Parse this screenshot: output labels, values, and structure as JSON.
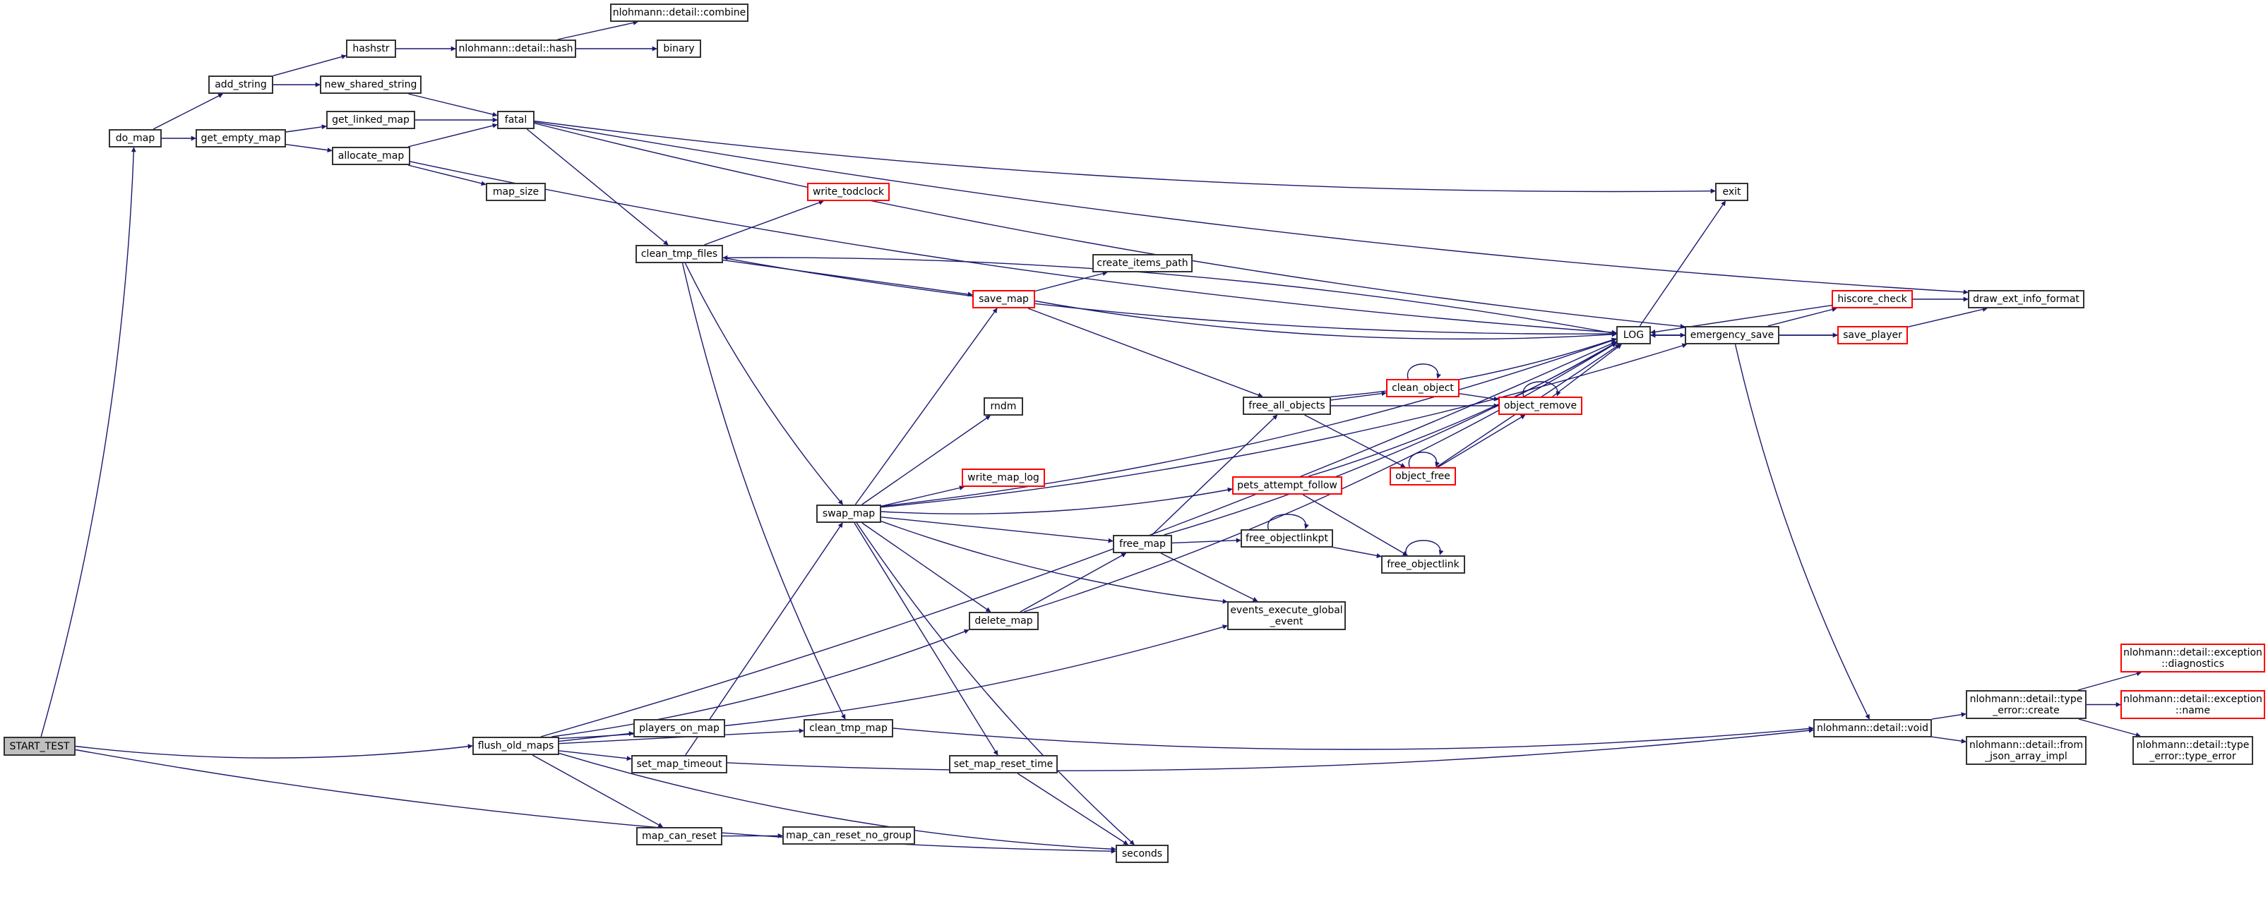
{
  "graph": {
    "type": "call-graph",
    "root": "START_TEST",
    "colors": {
      "edge": "#191970",
      "node_border": "#333333",
      "node_border_incomplete": "#ff0000",
      "root_fill": "#bfbfbf",
      "node_fill": "#ffffff"
    },
    "nodes": [
      {
        "id": "START_TEST",
        "label": "START_TEST",
        "style": "root"
      },
      {
        "id": "do_map",
        "label": "do_map",
        "style": "normal"
      },
      {
        "id": "add_string",
        "label": "add_string",
        "style": "normal"
      },
      {
        "id": "hashstr",
        "label": "hashstr",
        "style": "normal"
      },
      {
        "id": "nl_hash",
        "label": "nlohmann::detail::hash",
        "style": "normal"
      },
      {
        "id": "nl_combine",
        "label": "nlohmann::detail::combine",
        "style": "normal"
      },
      {
        "id": "binary",
        "label": "binary",
        "style": "normal"
      },
      {
        "id": "new_shared_string",
        "label": "new_shared_string",
        "style": "normal"
      },
      {
        "id": "fatal",
        "label": "fatal",
        "style": "normal"
      },
      {
        "id": "get_empty_map",
        "label": "get_empty_map",
        "style": "normal"
      },
      {
        "id": "get_linked_map",
        "label": "get_linked_map",
        "style": "normal"
      },
      {
        "id": "allocate_map",
        "label": "allocate_map",
        "style": "normal"
      },
      {
        "id": "map_size",
        "label": "map_size",
        "style": "normal"
      },
      {
        "id": "exit",
        "label": "exit",
        "style": "normal"
      },
      {
        "id": "write_todclock",
        "label": "write_todclock",
        "style": "incomplete"
      },
      {
        "id": "clean_tmp_files",
        "label": "clean_tmp_files",
        "style": "normal"
      },
      {
        "id": "create_items_path",
        "label": "create_items_path",
        "style": "normal"
      },
      {
        "id": "save_map",
        "label": "save_map",
        "style": "incomplete"
      },
      {
        "id": "LOG",
        "label": "LOG",
        "style": "normal"
      },
      {
        "id": "emergency_save",
        "label": "emergency_save",
        "style": "normal"
      },
      {
        "id": "hiscore_check",
        "label": "hiscore_check",
        "style": "incomplete"
      },
      {
        "id": "save_player",
        "label": "save_player",
        "style": "incomplete"
      },
      {
        "id": "draw_ext_info_format",
        "label": "draw_ext_info_format",
        "style": "normal"
      },
      {
        "id": "free_all_objects",
        "label": "free_all_objects",
        "style": "normal"
      },
      {
        "id": "clean_object",
        "label": "clean_object",
        "style": "incomplete"
      },
      {
        "id": "object_remove",
        "label": "object_remove",
        "style": "incomplete"
      },
      {
        "id": "object_free",
        "label": "object_free",
        "style": "incomplete"
      },
      {
        "id": "rndm",
        "label": "rndm",
        "style": "normal"
      },
      {
        "id": "write_map_log",
        "label": "write_map_log",
        "style": "incomplete"
      },
      {
        "id": "swap_map",
        "label": "swap_map",
        "style": "normal"
      },
      {
        "id": "pets_attempt_follow",
        "label": "pets_attempt_follow",
        "style": "incomplete"
      },
      {
        "id": "free_map",
        "label": "free_map",
        "style": "normal"
      },
      {
        "id": "free_objectlinkpt",
        "label": "free_objectlinkpt",
        "style": "normal"
      },
      {
        "id": "free_objectlink",
        "label": "free_objectlink",
        "style": "normal"
      },
      {
        "id": "delete_map",
        "label": "delete_map",
        "style": "normal"
      },
      {
        "id": "events_execute_global_event",
        "label": "events_execute_global\n_event",
        "style": "normal"
      },
      {
        "id": "flush_old_maps",
        "label": "flush_old_maps",
        "style": "normal"
      },
      {
        "id": "players_on_map",
        "label": "players_on_map",
        "style": "normal"
      },
      {
        "id": "clean_tmp_map",
        "label": "clean_tmp_map",
        "style": "normal"
      },
      {
        "id": "set_map_timeout",
        "label": "set_map_timeout",
        "style": "normal"
      },
      {
        "id": "set_map_reset_time",
        "label": "set_map_reset_time",
        "style": "normal"
      },
      {
        "id": "map_can_reset",
        "label": "map_can_reset",
        "style": "normal"
      },
      {
        "id": "map_can_reset_no_group",
        "label": "map_can_reset_no_group",
        "style": "normal"
      },
      {
        "id": "seconds",
        "label": "seconds",
        "style": "normal"
      },
      {
        "id": "nl_void",
        "label": "nlohmann::detail::void",
        "style": "normal"
      },
      {
        "id": "nl_type_error_create",
        "label": "nlohmann::detail::type\n_error::create",
        "style": "normal"
      },
      {
        "id": "nl_from_json_array_impl",
        "label": "nlohmann::detail::from\n_json_array_impl",
        "style": "normal"
      },
      {
        "id": "nl_exception_diagnostics",
        "label": "nlohmann::detail::exception\n::diagnostics",
        "style": "incomplete"
      },
      {
        "id": "nl_exception_name",
        "label": "nlohmann::detail::exception\n::name",
        "style": "incomplete"
      },
      {
        "id": "nl_type_error_type_error",
        "label": "nlohmann::detail::type\n_error::type_error",
        "style": "normal"
      }
    ],
    "edges": [
      [
        "START_TEST",
        "do_map"
      ],
      [
        "START_TEST",
        "flush_old_maps"
      ],
      [
        "START_TEST",
        "seconds"
      ],
      [
        "do_map",
        "add_string"
      ],
      [
        "do_map",
        "get_empty_map"
      ],
      [
        "add_string",
        "hashstr"
      ],
      [
        "add_string",
        "new_shared_string"
      ],
      [
        "hashstr",
        "nl_hash"
      ],
      [
        "nl_hash",
        "nl_combine"
      ],
      [
        "nl_hash",
        "binary"
      ],
      [
        "new_shared_string",
        "fatal"
      ],
      [
        "get_empty_map",
        "get_linked_map"
      ],
      [
        "get_empty_map",
        "allocate_map"
      ],
      [
        "get_linked_map",
        "fatal"
      ],
      [
        "allocate_map",
        "fatal"
      ],
      [
        "allocate_map",
        "map_size"
      ],
      [
        "allocate_map",
        "LOG"
      ],
      [
        "fatal",
        "exit"
      ],
      [
        "fatal",
        "draw_ext_info_format"
      ],
      [
        "fatal",
        "clean_tmp_files"
      ],
      [
        "fatal",
        "emergency_save"
      ],
      [
        "clean_tmp_files",
        "write_todclock"
      ],
      [
        "clean_tmp_files",
        "save_map"
      ],
      [
        "clean_tmp_files",
        "swap_map"
      ],
      [
        "clean_tmp_files",
        "clean_tmp_map"
      ],
      [
        "clean_tmp_files",
        "LOG"
      ],
      [
        "LOG",
        "clean_tmp_files"
      ],
      [
        "save_map",
        "create_items_path"
      ],
      [
        "save_map",
        "LOG"
      ],
      [
        "save_map",
        "free_all_objects"
      ],
      [
        "LOG",
        "exit"
      ],
      [
        "LOG",
        "emergency_save"
      ],
      [
        "emergency_save",
        "LOG"
      ],
      [
        "emergency_save",
        "hiscore_check"
      ],
      [
        "emergency_save",
        "save_player"
      ],
      [
        "emergency_save",
        "nl_void"
      ],
      [
        "hiscore_check",
        "LOG"
      ],
      [
        "hiscore_check",
        "draw_ext_info_format"
      ],
      [
        "save_player",
        "LOG"
      ],
      [
        "save_player",
        "draw_ext_info_format"
      ],
      [
        "free_all_objects",
        "LOG"
      ],
      [
        "free_all_objects",
        "clean_object"
      ],
      [
        "free_all_objects",
        "object_remove"
      ],
      [
        "free_all_objects",
        "object_free"
      ],
      [
        "clean_object",
        "clean_object"
      ],
      [
        "clean_object",
        "object_remove"
      ],
      [
        "object_remove",
        "object_remove"
      ],
      [
        "object_remove",
        "LOG"
      ],
      [
        "object_free",
        "object_free"
      ],
      [
        "object_free",
        "object_remove"
      ],
      [
        "object_free",
        "LOG"
      ],
      [
        "swap_map",
        "save_map"
      ],
      [
        "swap_map",
        "rndm"
      ],
      [
        "swap_map",
        "write_map_log"
      ],
      [
        "swap_map",
        "pets_attempt_follow"
      ],
      [
        "swap_map",
        "free_map"
      ],
      [
        "swap_map",
        "delete_map"
      ],
      [
        "swap_map",
        "events_execute_global_event"
      ],
      [
        "swap_map",
        "set_map_reset_time"
      ],
      [
        "swap_map",
        "seconds"
      ],
      [
        "swap_map",
        "LOG"
      ],
      [
        "swap_map",
        "emergency_save"
      ],
      [
        "pets_attempt_follow",
        "free_objectlink"
      ],
      [
        "pets_attempt_follow",
        "LOG"
      ],
      [
        "free_map",
        "free_all_objects"
      ],
      [
        "free_map",
        "free_objectlinkpt"
      ],
      [
        "free_map",
        "events_execute_global_event"
      ],
      [
        "free_map",
        "LOG"
      ],
      [
        "free_objectlinkpt",
        "free_objectlinkpt"
      ],
      [
        "free_objectlinkpt",
        "free_objectlink"
      ],
      [
        "free_objectlink",
        "free_objectlink"
      ],
      [
        "delete_map",
        "free_map"
      ],
      [
        "delete_map",
        "LOG"
      ],
      [
        "flush_old_maps",
        "players_on_map"
      ],
      [
        "flush_old_maps",
        "set_map_timeout"
      ],
      [
        "flush_old_maps",
        "map_can_reset"
      ],
      [
        "flush_old_maps",
        "clean_tmp_map"
      ],
      [
        "flush_old_maps",
        "delete_map"
      ],
      [
        "flush_old_maps",
        "events_execute_global_event"
      ],
      [
        "flush_old_maps",
        "seconds"
      ],
      [
        "flush_old_maps",
        "LOG"
      ],
      [
        "set_map_timeout",
        "swap_map"
      ],
      [
        "set_map_timeout",
        "nl_void"
      ],
      [
        "clean_tmp_map",
        "nl_void"
      ],
      [
        "set_map_reset_time",
        "seconds"
      ],
      [
        "map_can_reset",
        "map_can_reset_no_group"
      ],
      [
        "nl_void",
        "nl_type_error_create"
      ],
      [
        "nl_void",
        "nl_from_json_array_impl"
      ],
      [
        "nl_type_error_create",
        "nl_exception_diagnostics"
      ],
      [
        "nl_type_error_create",
        "nl_exception_name"
      ],
      [
        "nl_type_error_create",
        "nl_type_error_type_error"
      ]
    ]
  }
}
